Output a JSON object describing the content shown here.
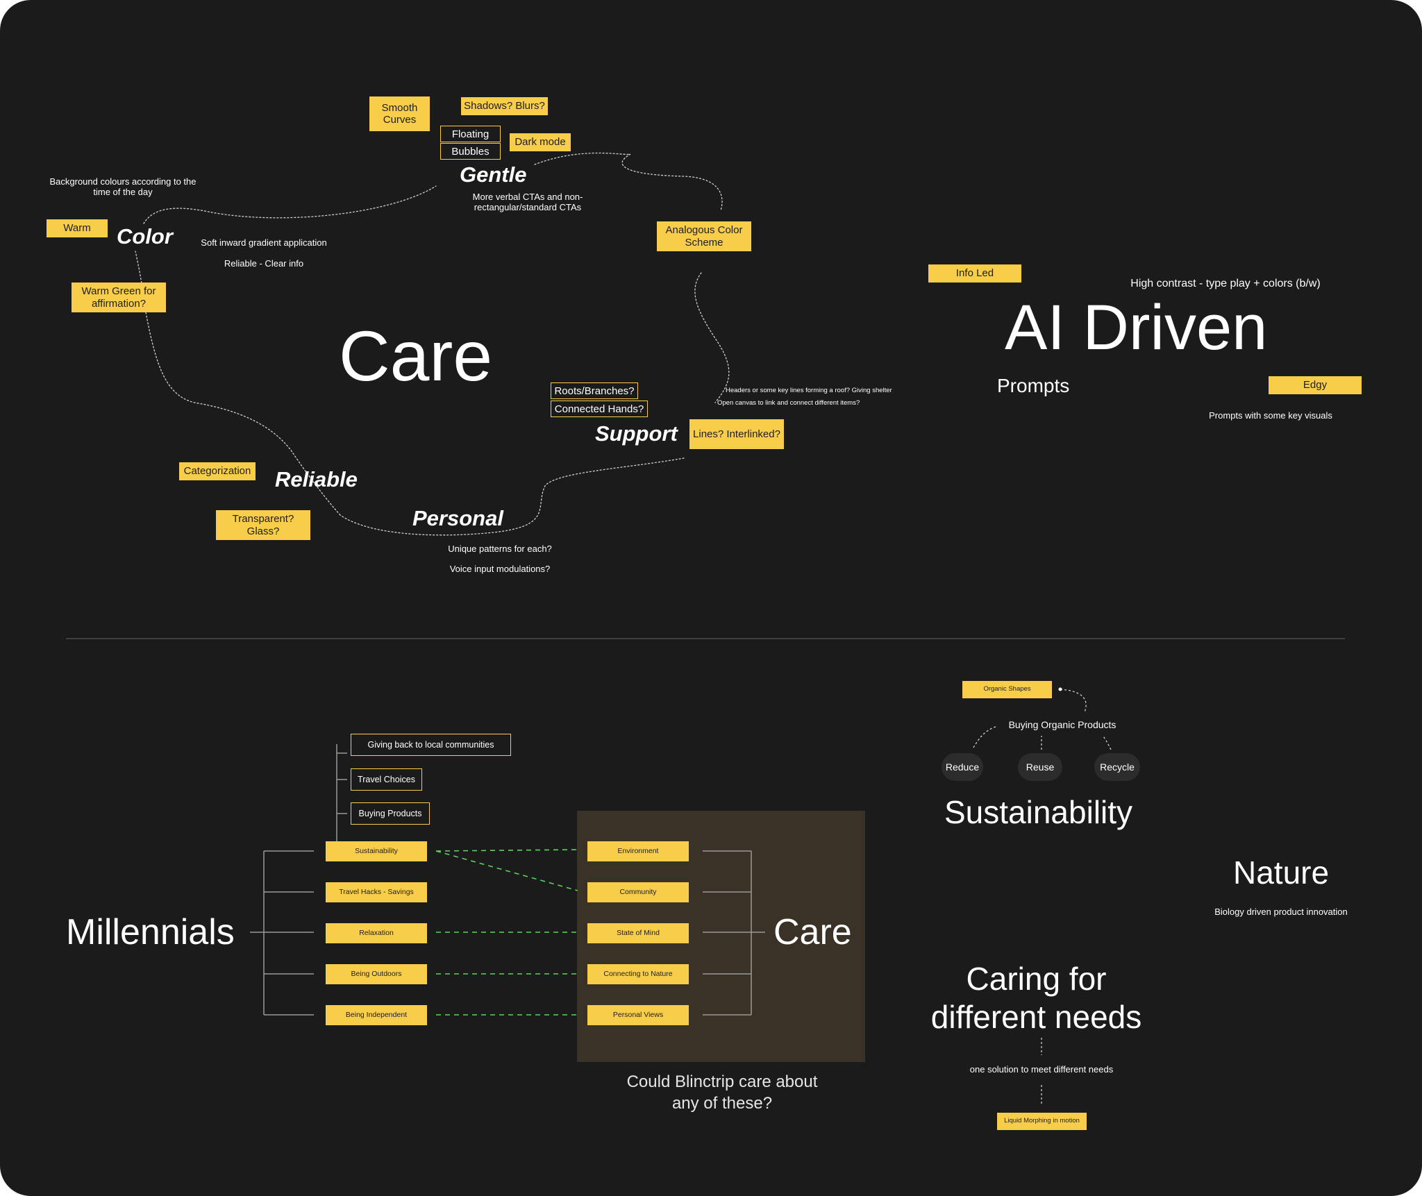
{
  "top": {
    "center_title": "Care",
    "words": {
      "gentle": "Gentle",
      "color": "Color",
      "support": "Support",
      "personal": "Personal",
      "reliable": "Reliable"
    },
    "stickies": {
      "smooth_curves": "Smooth Curves",
      "shadows_blurs": "Shadows? Blurs?",
      "dark_mode": "Dark mode",
      "warm": "Warm",
      "warm_green": "Warm Green for affirmation?",
      "analogous": "Analogous Color Scheme",
      "lines_interlinked": "Lines? Interlinked?",
      "categorization": "Categorization",
      "transparent_glass": "Transparent? Glass?"
    },
    "outlined": {
      "floating": "Floating",
      "bubbles": "Bubbles",
      "roots_branches": "Roots/Branches?",
      "connected_hands": "Connected Hands?"
    },
    "notes": {
      "background_colours": "Background colours according to the time of the day",
      "verbal_ctas": "More verbal CTAs and non-rectangular/standard CTAs",
      "soft_gradient": "Soft inward gradient application",
      "reliable_clear": "Reliable - Clear info",
      "headers_roof": "Headers or some key lines forming a roof?   Giving shelter",
      "open_canvas": "Open canvas to link and connect different items?",
      "unique_patterns": "Unique patterns for each?",
      "voice_input": "Voice input modulations?"
    }
  },
  "ai": {
    "title": "AI Driven",
    "info_led": "Info Led",
    "high_contrast": "High contrast - type play + colors (b/w)",
    "prompts": "Prompts",
    "edgy": "Edgy",
    "prompts_visuals": "Prompts with some key visuals"
  },
  "millennials": {
    "title": "Millennials",
    "sub_items": [
      "Giving back to local communities",
      "Travel Choices",
      "Buying Products"
    ],
    "left_items": [
      "Sustainability",
      "Travel Hacks - Savings",
      "Relaxation",
      "Being Outdoors",
      "Being Independent"
    ],
    "right_items": [
      "Environment",
      "Community",
      "State of Mind",
      "Connecting to Nature",
      "Personal Views"
    ],
    "care_title": "Care",
    "question": "Could Blinctrip care about any of these?"
  },
  "sustainability": {
    "organic_shapes": "Organic Shapes",
    "buying_organic": "Buying Organic Products",
    "pills": [
      "Reduce",
      "Reuse",
      "Recycle"
    ],
    "title": "Sustainability"
  },
  "nature": {
    "title": "Nature",
    "subtitle": "Biology driven product innovation"
  },
  "caring": {
    "title_line1": "Caring for",
    "title_line2": "different needs",
    "subtitle": "one solution to meet different needs",
    "sticky": "Liquid Morphing in motion"
  },
  "colors": {
    "background": "#1b1b1b",
    "sticky": "#f7cd4a",
    "care_panel": "#3a3127",
    "dashed_link": "#5fd35f",
    "divider": "#4a4a4a"
  }
}
